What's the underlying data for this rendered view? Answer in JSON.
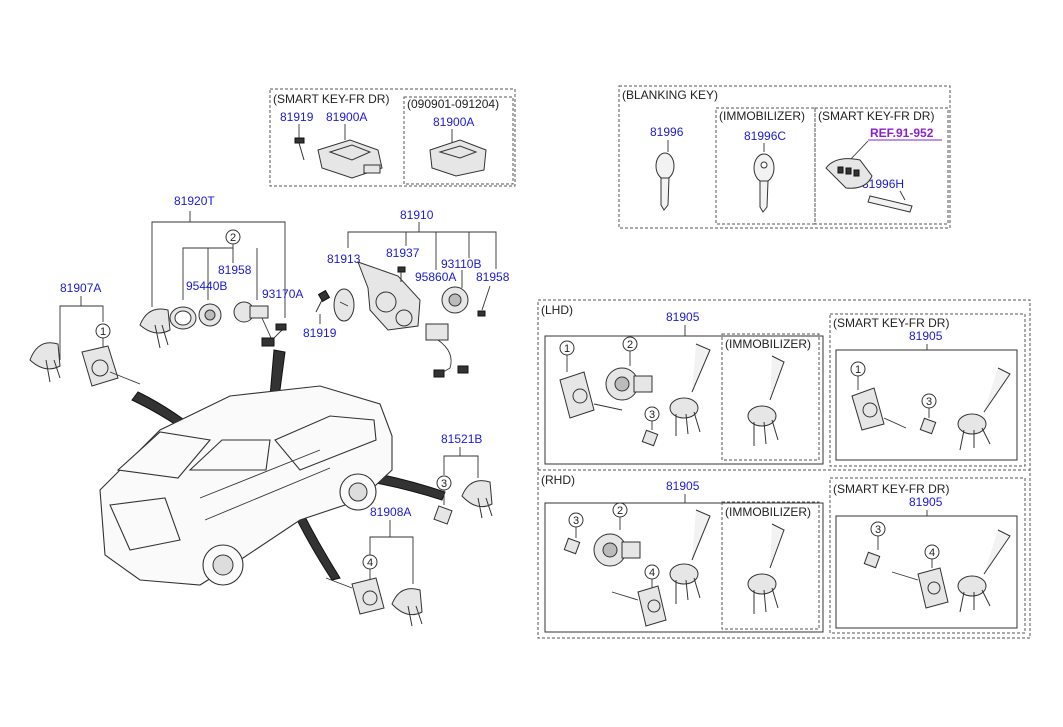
{
  "boxes": {
    "smart_key_fr_dr_top": "(SMART KEY-FR DR)",
    "date_range": "(090901-091204)",
    "blanking_key": "(BLANKING KEY)",
    "immobilizer_top": "(IMMOBILIZER)",
    "smart_key_fr_dr_right": "(SMART KEY-FR DR)",
    "lhd": "(LHD)",
    "lhd_immobilizer": "(IMMOBILIZER)",
    "lhd_smart_key": "(SMART KEY-FR DR)",
    "rhd": "(RHD)",
    "rhd_immobilizer": "(IMMOBILIZER)",
    "rhd_smart_key": "(SMART KEY-FR DR)"
  },
  "parts": {
    "p81919_top": "81919",
    "p81900A_a": "81900A",
    "p81900A_b": "81900A",
    "p81996": "81996",
    "p81996C": "81996C",
    "ref": "REF.91-952",
    "p81996H": "81996H",
    "p81920T": "81920T",
    "p81910": "81910",
    "p81907A": "81907A",
    "p81958_a": "81958",
    "p95440B": "95440B",
    "p93170A": "93170A",
    "p81913": "81913",
    "p81937": "81937",
    "p93110B": "93110B",
    "p95860A": "95860A",
    "p81958_b": "81958",
    "p81919_mid": "81919",
    "p81521B": "81521B",
    "p81908A": "81908A",
    "lhd_81905": "81905",
    "lhd_sk_81905": "81905",
    "rhd_81905": "81905",
    "rhd_sk_81905": "81905"
  },
  "callouts": {
    "c1": "1",
    "c2": "2",
    "c3": "3",
    "c4": "4"
  },
  "colors": {
    "part_label": "#1a1ad6",
    "ref_label": "#8a22c8",
    "line": "#333333"
  }
}
